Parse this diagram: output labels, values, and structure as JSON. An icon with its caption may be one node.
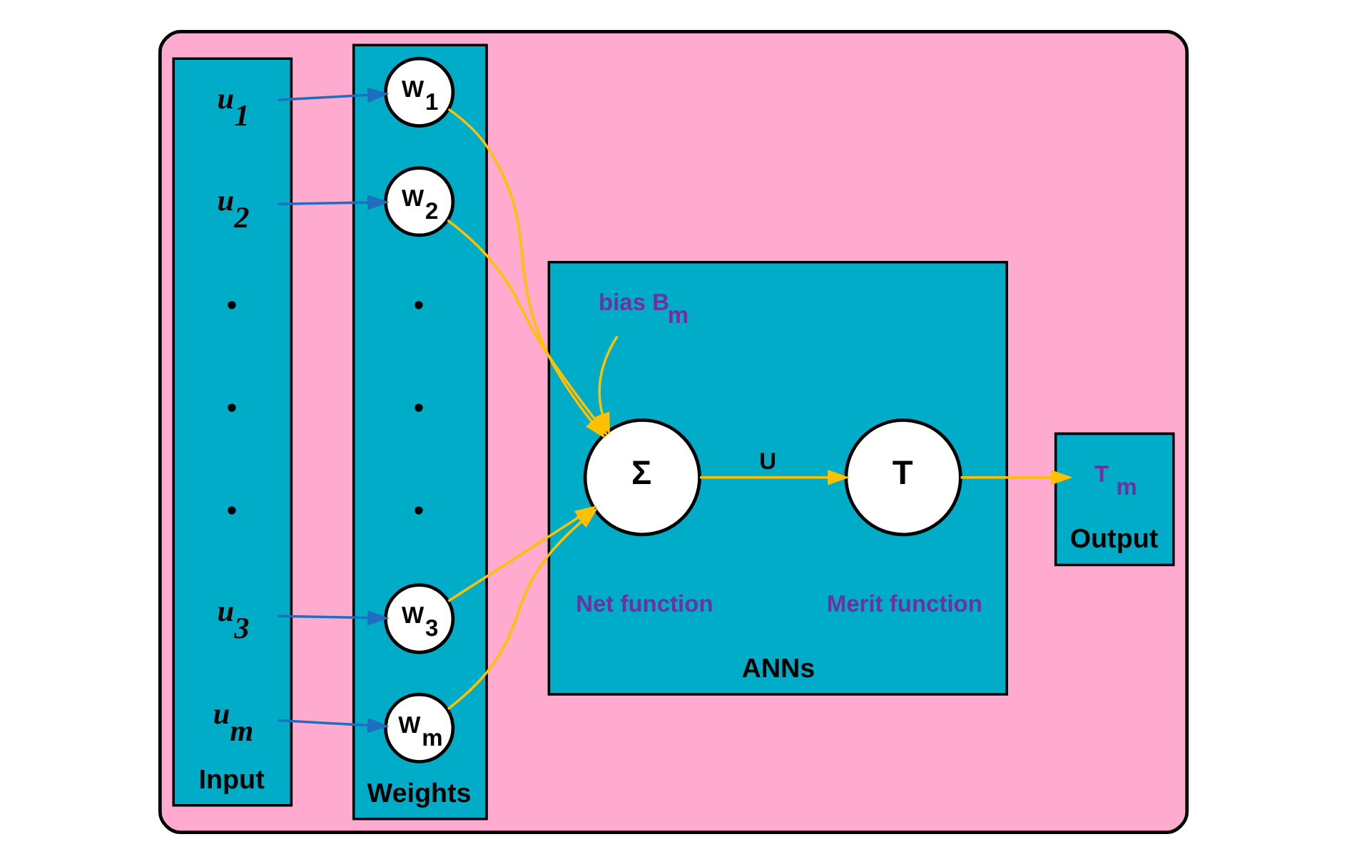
{
  "diagram": {
    "nodes": [
      {
        "text": [],
        "shape": "box"
      },
      {
        "text": [
          "Input"
        ],
        "in": 0
      },
      {
        "text": [
          "u$_{1}$"
        ],
        "in": 1
      },
      {
        "text": [
          "u$_{2}$"
        ],
        "in": 1
      },
      {
        "text": [
          "u$_{3}$"
        ],
        "in": 1
      },
      {
        "text": [
          "u$_{m}$"
        ],
        "in": 1
      },
      {
        "text": [
          "Weights"
        ],
        "in": 0
      },
      {
        "text": [
          "W$_{1}$"
        ],
        "in": 6
      },
      {
        "text": [
          "W$_{2}$"
        ],
        "in": 6
      },
      {
        "text": [
          "W$_{3}$"
        ],
        "in": 6
      },
      {
        "text": [
          "W$_{m}$"
        ],
        "in": 6
      },
      {
        "text": [
          "ANNs"
        ],
        "in": 0
      },
      {
        "text": [
          "bias B$_{m}$"
        ],
        "in": 11
      },
      {
        "text": [
          "Σ"
        ],
        "in": 11,
        "beside": [
          "Net function"
        ]
      },
      {
        "text": [
          "T"
        ],
        "in": 11,
        "beside": [
          "Merit function"
        ]
      },
      {
        "text": [
          "Output"
        ],
        "in": 0
      },
      {
        "text": [
          "T $_{m}$"
        ],
        "in": 15
      }
    ],
    "edges": [
      {
        "from": 2,
        "to": 7,
        "arrow": "to",
        "color": "#1f6fc0"
      },
      {
        "from": 3,
        "to": 8,
        "arrow": "to",
        "color": "#1f6fc0"
      },
      {
        "from": 4,
        "to": 9,
        "arrow": "to",
        "color": "#1f6fc0"
      },
      {
        "from": 5,
        "to": 10,
        "arrow": "to",
        "color": "#1f6fc0"
      },
      {
        "from": 7,
        "to": 13,
        "arrow": "to"
      },
      {
        "from": 8,
        "to": 13,
        "arrow": "to"
      },
      {
        "from": 9,
        "to": 13,
        "arrow": "to"
      },
      {
        "from": 10,
        "to": 13,
        "arrow": "to"
      },
      {
        "from": 12,
        "to": 13,
        "arrow": "to"
      },
      {
        "from": 13,
        "to": 14,
        "arrow": "to",
        "label": "U"
      },
      {
        "from": 14,
        "to": 16,
        "arrow": "to"
      }
    ],
    "labels": [
      "•",
      "•",
      "•",
      "•",
      "•",
      "•"
    ]
  }
}
